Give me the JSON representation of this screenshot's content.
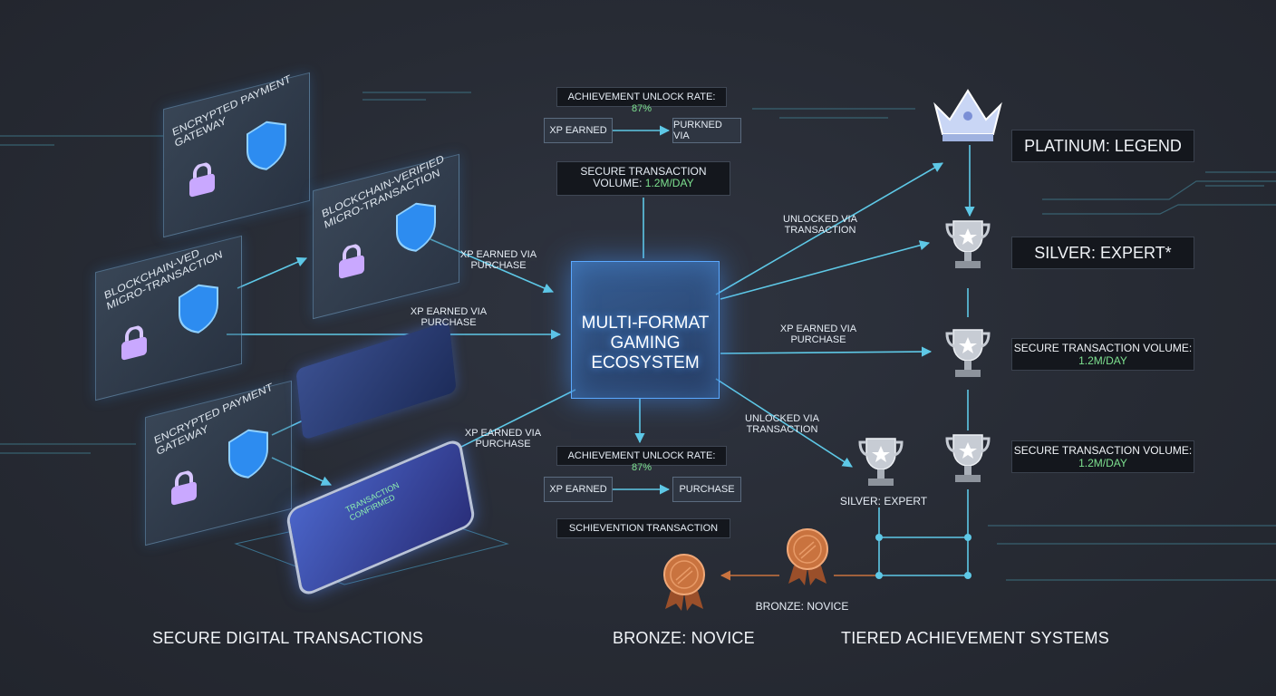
{
  "left": {
    "panel_1": "Encrypted Payment Gateway",
    "panel_2": "Blockchain-Verified Micro-Transaction",
    "panel_3": "Blockchain-Ved Micro-Transaction",
    "panel_4": "Encrypted Payment Gateway",
    "arrow_1": "XP Earned via Purchase",
    "arrow_2": "XP Earned via Purchase",
    "arrow_3": "XP Earned via Purchase",
    "phone_text": "Transaction Confirmed"
  },
  "center": {
    "title": "Multi-Format Gaming Ecosystem",
    "top_rate_prefix": "Achievement Unlock Rate:",
    "top_rate_value": "87%",
    "top_flow_a": "XP Earned",
    "top_flow_b": "Purkned via",
    "volume_prefix": "Secure Transaction Volume:",
    "volume_value": "1.2M/Day",
    "bottom_rate_prefix": "Achievement Unlock Rate:",
    "bottom_rate_value": "87%",
    "bottom_flow_a": "XP Earned",
    "bottom_flow_b": "Purchase",
    "bottom_note": "Schievention Transaction"
  },
  "right": {
    "tier_platinum": "Platinum: Legend",
    "tier_silver": "Silver: Expert*",
    "vol_1_prefix": "Secure Transaction Volume:",
    "vol_1_value": "1.2M/Day",
    "vol_2_prefix": "Secure Transaction Volume:",
    "vol_2_value": "1.2M/Day",
    "arrow_unlock_1": "Unlocked via Transaction",
    "arrow_xp": "XP Earned via Purchase",
    "arrow_unlock_2": "Unlocked via Transaction",
    "silver_small": "Silver: Expert",
    "bronze_small": "Bronze: Novice"
  },
  "sections": {
    "left": "Secure Digital Transactions",
    "middle": "Bronze: Novice",
    "right": "Tiered Achievement Systems"
  },
  "colors": {
    "accent": "#4fb3ff",
    "wire": "#5ec8e6",
    "highlight": "#7de08f",
    "bronze": "#c9733f",
    "silver": "#c7ccd4"
  },
  "icons": [
    "lock-icon",
    "shield-icon",
    "trophy-icon",
    "medal-icon",
    "crown-icon",
    "credit-card-icon",
    "phone-icon"
  ]
}
